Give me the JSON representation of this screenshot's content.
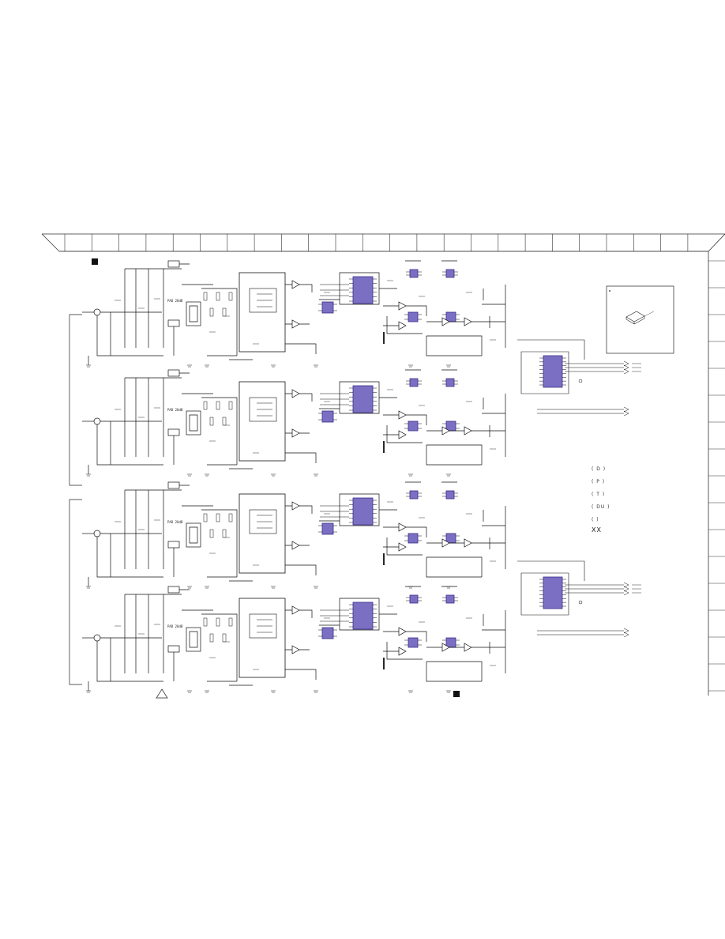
{
  "legend": {
    "items": [
      "( D )",
      "( P )",
      "( T )",
      "( DU )",
      "( )",
      "XX"
    ]
  },
  "channel_label": "PAD 20dB",
  "colors": {
    "ic": "#7b6fc4",
    "ic_dark": "#3a2f88",
    "line": "#111111",
    "frame": "#333333"
  }
}
